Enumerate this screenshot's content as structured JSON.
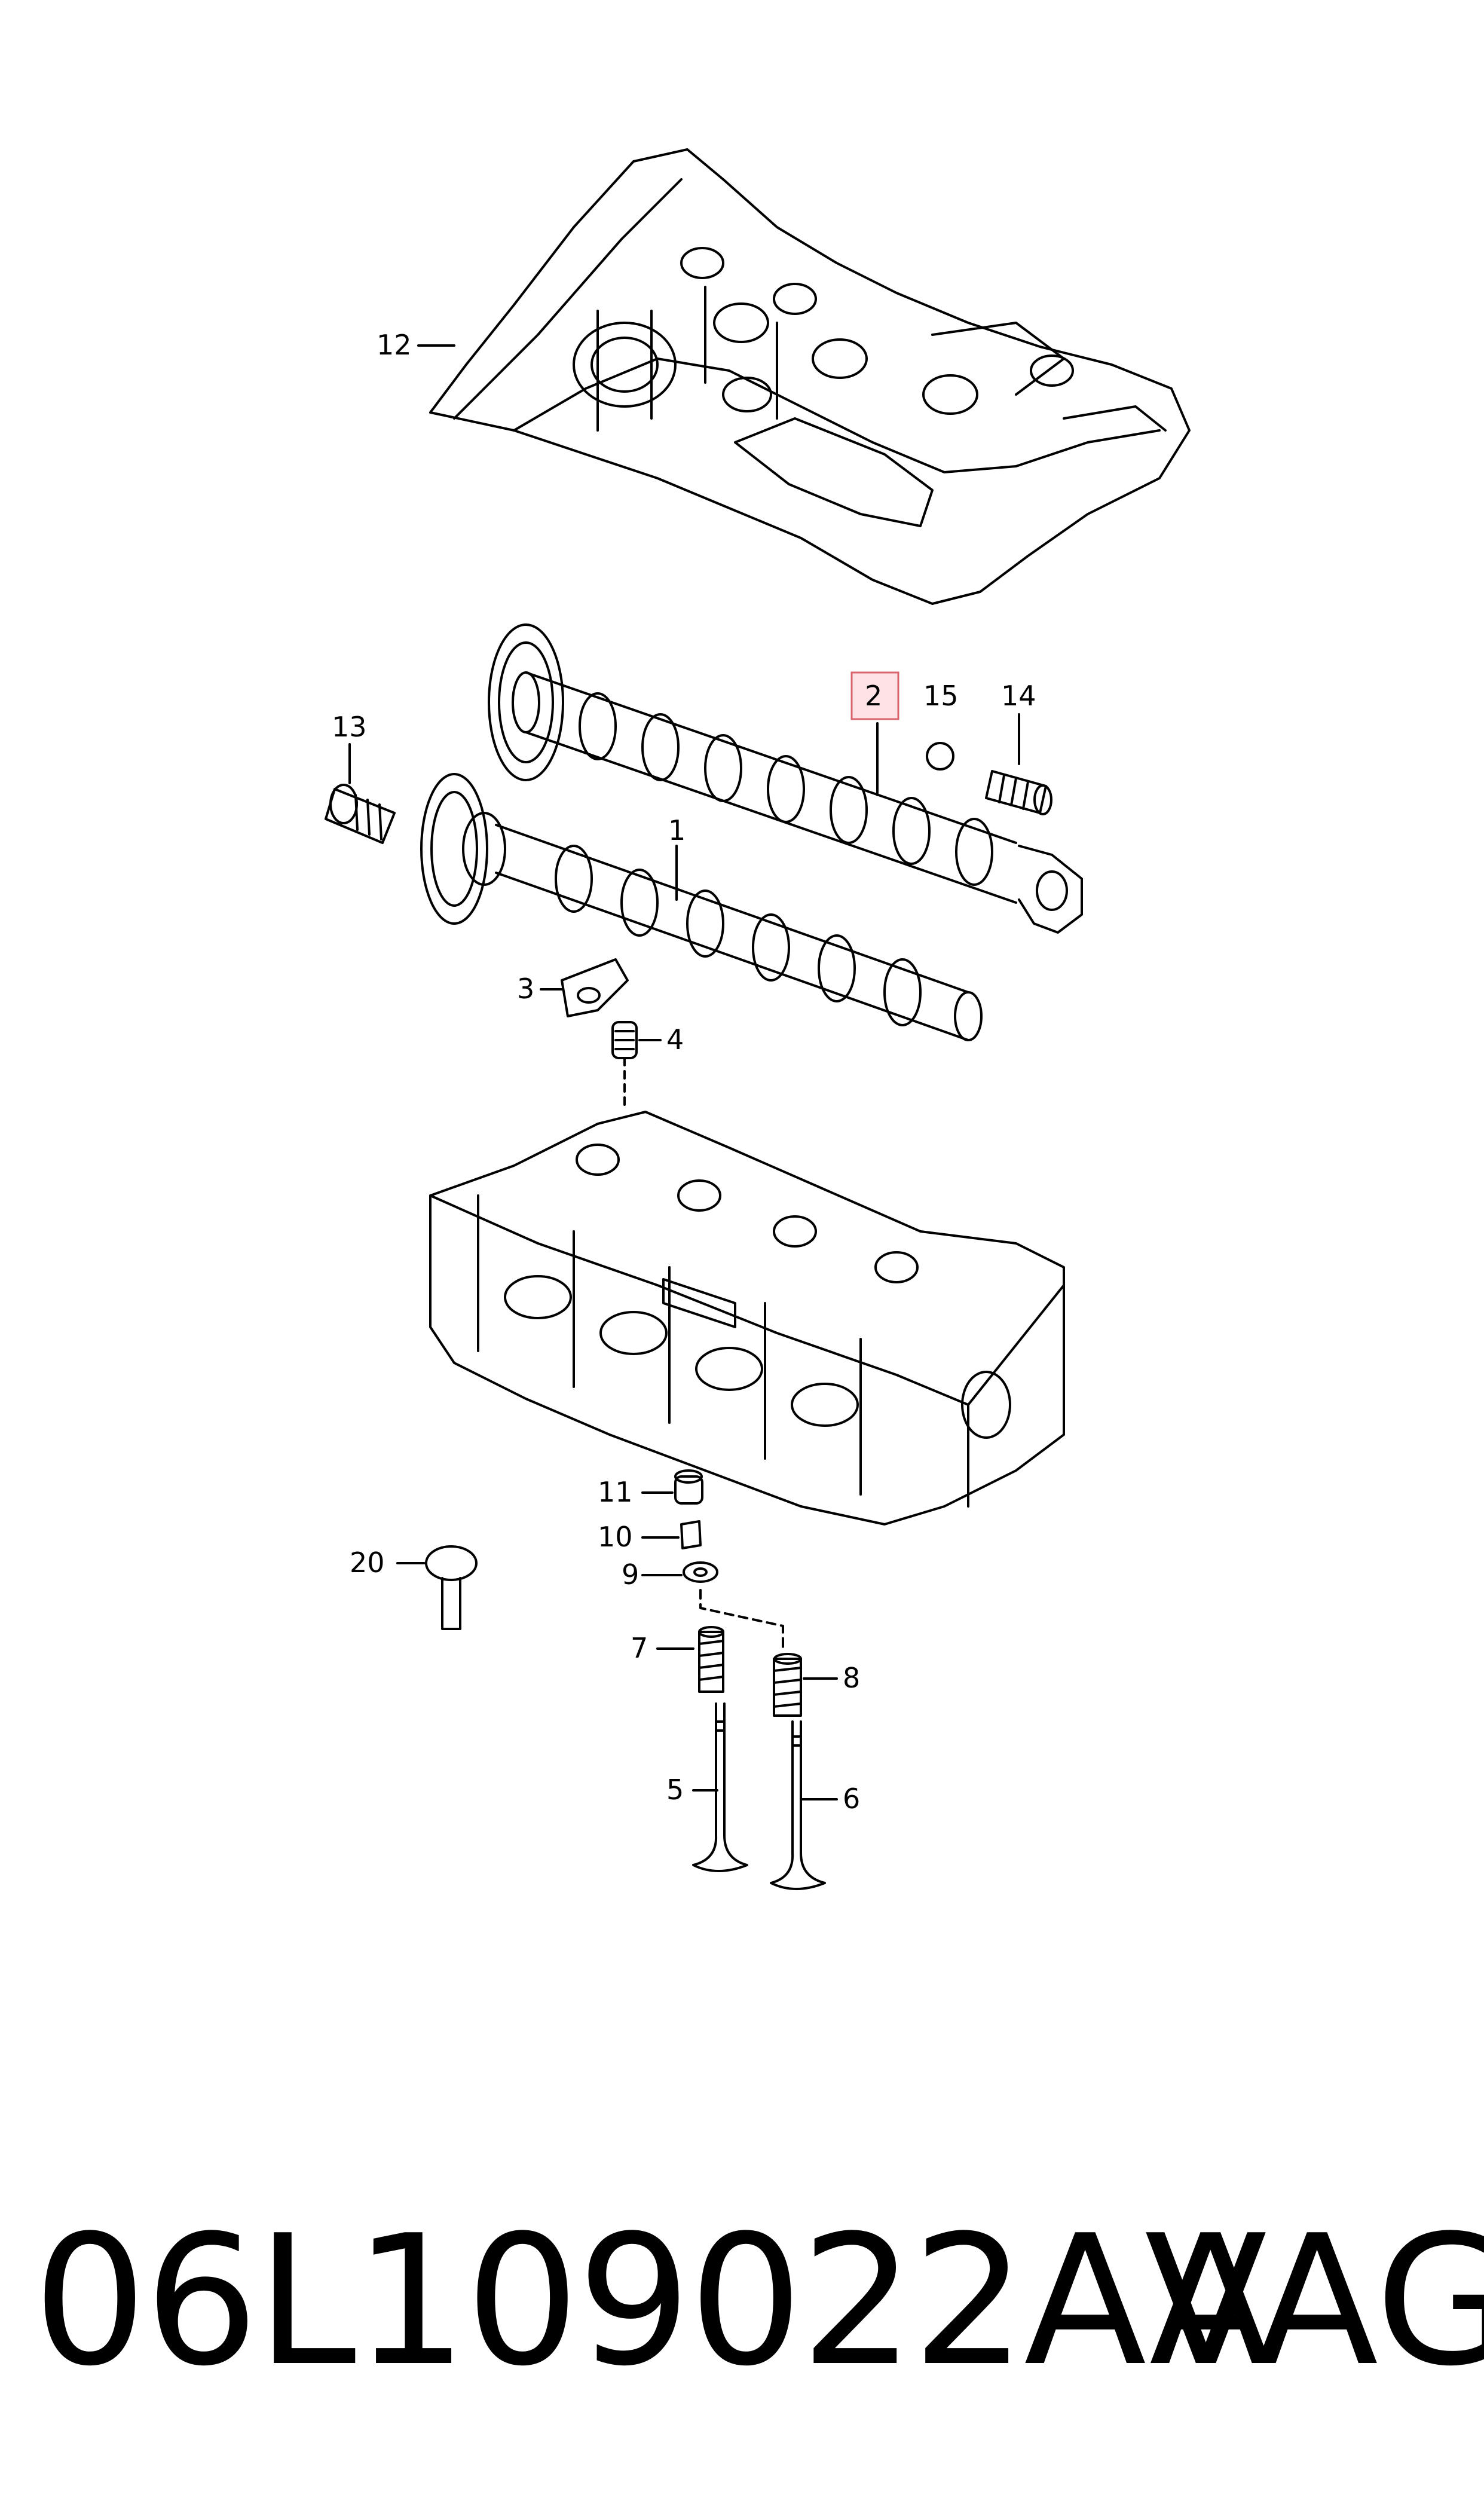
{
  "callouts": {
    "c1": "1",
    "c2": "2",
    "c3": "3",
    "c4": "4",
    "c5": "5",
    "c6": "6",
    "c7": "7",
    "c8": "8",
    "c9": "9",
    "c10": "10",
    "c11": "11",
    "c12": "12",
    "c13": "13",
    "c14": "14",
    "c15": "15",
    "c20": "20"
  },
  "highlighted_callout": "2",
  "colors": {
    "line": "#000000",
    "highlight_fill": "#fde3e6",
    "highlight_stroke": "#d9646e"
  },
  "footer": {
    "part_number": "06L109022AA",
    "brand": "VAG"
  }
}
